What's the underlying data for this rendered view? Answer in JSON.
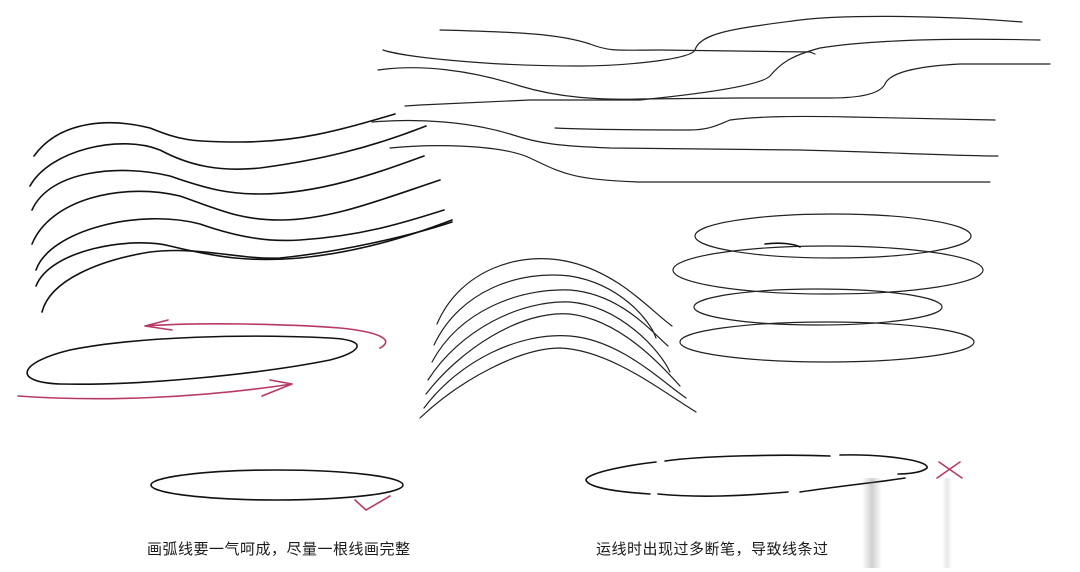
{
  "captions": {
    "left": "画弧线要一气呵成，尽量一根线画完整",
    "right": "运线时出现过多断笔，导致线条过"
  },
  "marks": {
    "correct_icon": "checkmark-icon",
    "wrong_icon": "cross-icon"
  },
  "colors": {
    "ink": "#111111",
    "annotation": "#b83a62",
    "background": "#ffffff"
  },
  "sections": [
    {
      "name": "long-flowing-lines",
      "count": 7
    },
    {
      "name": "wave-lines",
      "count": 7
    },
    {
      "name": "stacked-ellipses",
      "count": 4
    },
    {
      "name": "arch-curves",
      "count": 7
    },
    {
      "name": "ellipse-with-direction-arrows",
      "count": 1
    },
    {
      "name": "good-ellipse",
      "count": 1
    },
    {
      "name": "broken-ellipse",
      "count": 1
    }
  ]
}
